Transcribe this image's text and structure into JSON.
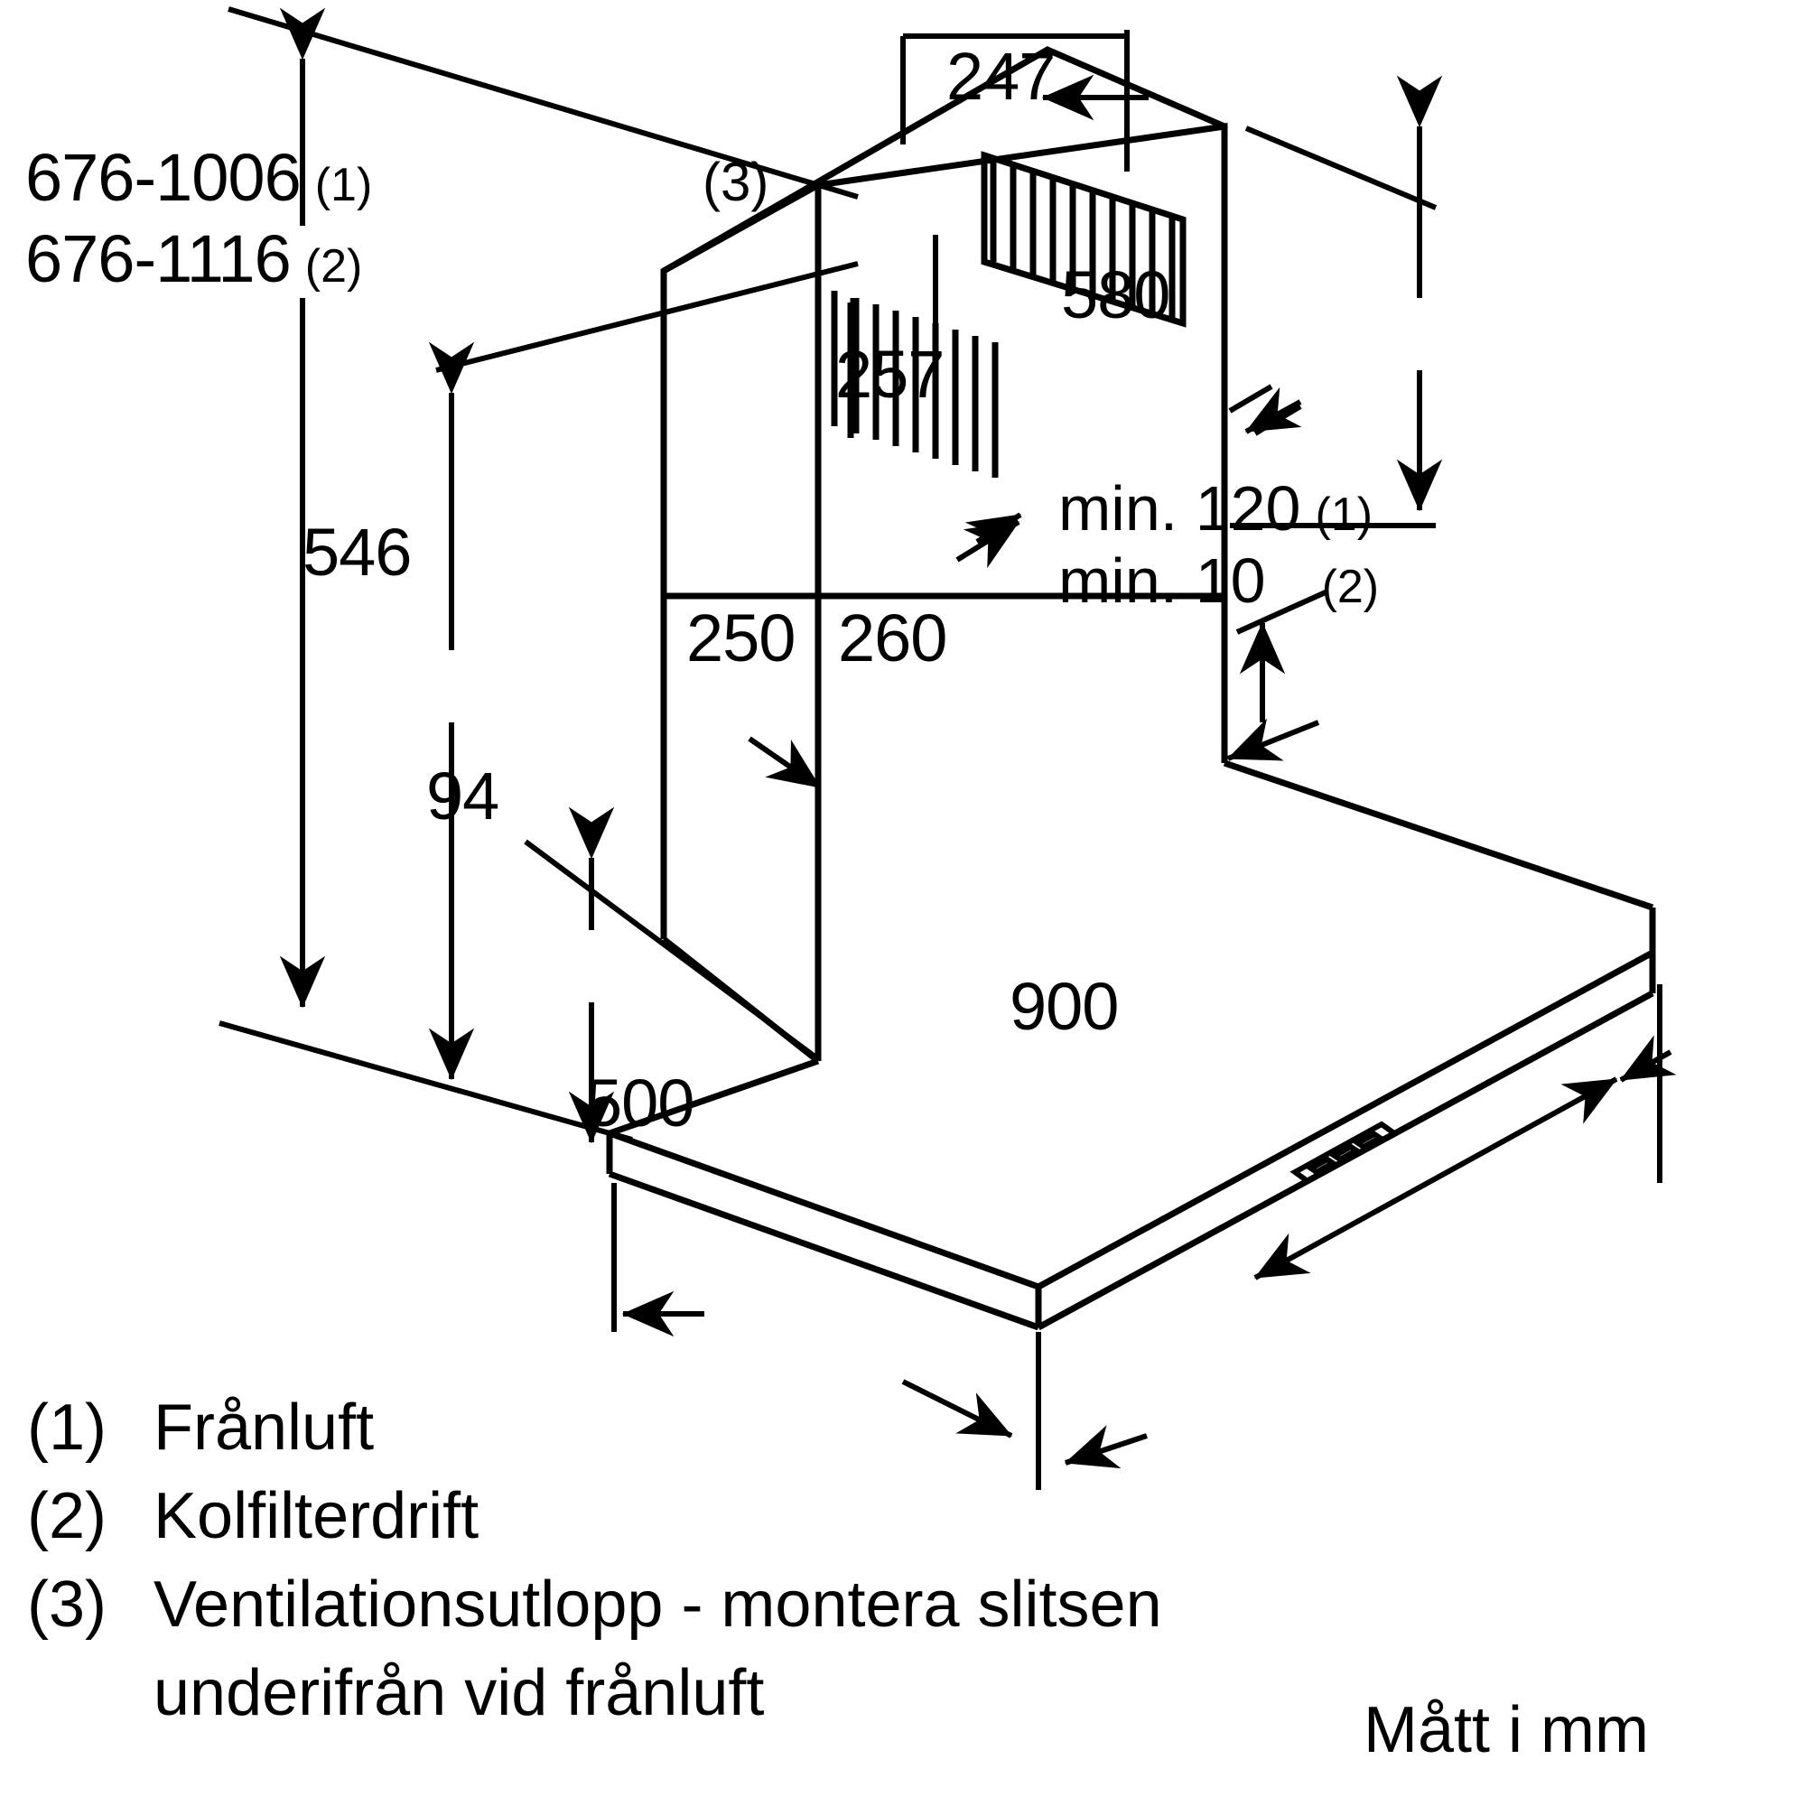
{
  "document": {
    "type": "technical-dimension-drawing",
    "subject": "wall-mounted chimney cooker hood",
    "units_note": "Mått i mm"
  },
  "dimensions": {
    "height_range_1": "676-1006",
    "height_range_1_ref": "(1)",
    "height_range_2": "676-1116",
    "height_range_2_ref": "(2)",
    "chimney_depth_top": "247",
    "chimney_height": "580",
    "chimney_width_top": "257",
    "upper_chimney_height": "546",
    "lower_duct_width": "250",
    "lower_duct_depth": "260",
    "canopy_front_height": "94",
    "min_clearance_1": "min. 120",
    "min_clearance_1_ref": "(1)",
    "min_clearance_2": "min. 10",
    "min_clearance_2_ref": "(2)",
    "hood_width": "900",
    "hood_depth": "500"
  },
  "callouts": {
    "vent_outlet": "(3)"
  },
  "legend": {
    "items": [
      {
        "marker": "(1)",
        "text": "Frånluft"
      },
      {
        "marker": "(2)",
        "text": "Kolfilterdrift"
      },
      {
        "marker": "(3)",
        "text": "Ventilationsutlopp - montera slitsen"
      },
      {
        "marker": "",
        "text": "underifrån vid frånluft"
      }
    ]
  },
  "footer": {
    "units": "Mått i mm"
  },
  "colors": {
    "line": "#000000",
    "background": "#ffffff"
  }
}
